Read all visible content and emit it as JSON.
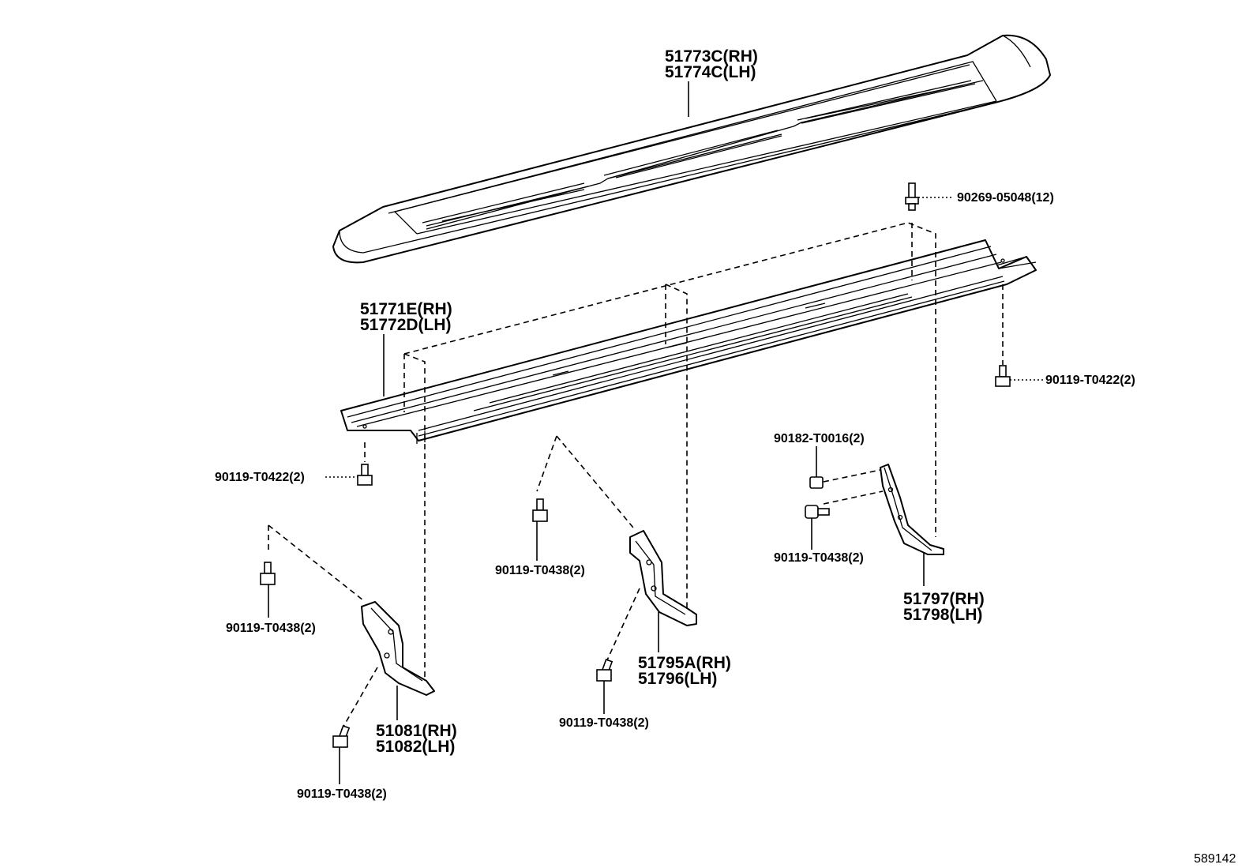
{
  "diagram": {
    "figure_number": "589142",
    "callouts": {
      "step_cover": [
        "51773C(RH)",
        "51774C(LH)"
      ],
      "step_frame": [
        "51771E(RH)",
        "51772D(LH)"
      ],
      "clip": "90269-05048(12)",
      "bolt_rear_right": "90119-T0422(2)",
      "bolt_front_left": "90119-T0422(2)",
      "nut_rear_bracket": "90182-T0016(2)",
      "bolt_rear_bracket": "90119-T0438(2)",
      "rear_bracket": [
        "51797(RH)",
        "51798(LH)"
      ],
      "bolt_center_upper": "90119-T0438(2)",
      "center_bracket": [
        "51795A(RH)",
        "51796(LH)"
      ],
      "bolt_center_lower": "90119-T0438(2)",
      "bolt_front_upper": "90119-T0438(2)",
      "front_bracket": [
        "51081(RH)",
        "51082(LH)"
      ],
      "bolt_front_lower": "90119-T0438(2)"
    }
  }
}
